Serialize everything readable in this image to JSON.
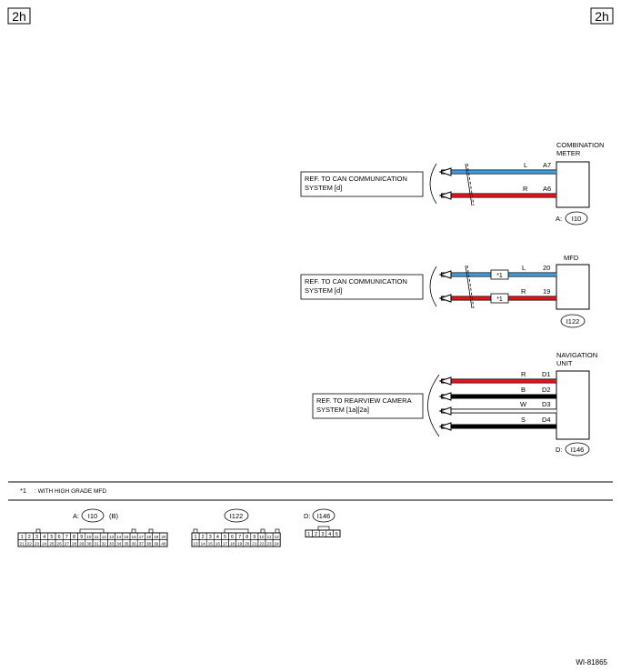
{
  "page": {
    "corner_left": "2h",
    "corner_right": "2h",
    "figure_id": "WI-81865"
  },
  "colors": {
    "red": "#e8141b",
    "blue": "#3aa0e6",
    "black": "#000000"
  },
  "blocks": [
    {
      "component_name": [
        "COMBINATION",
        "METER"
      ],
      "ref_text": [
        "REF. TO CAN COMMUNICATION",
        "SYSTEM [d]"
      ],
      "connector_prefix": "A:",
      "connector_id": "I10",
      "wires": [
        {
          "color_code": "L",
          "pin": "A7",
          "color": "blue",
          "note": ""
        },
        {
          "color_code": "R",
          "pin": "A6",
          "color": "red",
          "note": ""
        }
      ]
    },
    {
      "component_name": [
        "MFD"
      ],
      "ref_text": [
        "REF. TO CAN COMMUNICATION",
        "SYSTEM [d]"
      ],
      "connector_prefix": "",
      "connector_id": "I122",
      "wires": [
        {
          "color_code": "L",
          "pin": "20",
          "color": "blue",
          "note": "*1"
        },
        {
          "color_code": "R",
          "pin": "19",
          "color": "red",
          "note": "*1"
        }
      ]
    },
    {
      "component_name": [
        "NAVIGATION",
        "UNIT"
      ],
      "ref_text": [
        "REF. TO REARVIEW CAMERA",
        "SYSTEM [1a][2a]"
      ],
      "connector_prefix": "D:",
      "connector_id": "I146",
      "wires": [
        {
          "color_code": "R",
          "pin": "D1",
          "color": "red",
          "note": ""
        },
        {
          "color_code": "B",
          "pin": "D2",
          "color": "black",
          "note": ""
        },
        {
          "color_code": "W",
          "pin": "D3",
          "color": "white",
          "note": ""
        },
        {
          "color_code": "S",
          "pin": "D4",
          "color": "black",
          "note": ""
        }
      ]
    }
  ],
  "footnote": {
    "mark": "*1",
    "text": ": WITH HIGH GRADE MFD"
  },
  "connectors": [
    {
      "prefix": "A:",
      "id": "I10",
      "suffix": "(B)",
      "rows": [
        [
          "1",
          "2",
          "3",
          "4",
          "5",
          "6",
          "7",
          "8",
          "9",
          "10",
          "11",
          "12",
          "13",
          "14",
          "15",
          "16",
          "17",
          "18",
          "19",
          "20"
        ],
        [
          "21",
          "22",
          "23",
          "24",
          "25",
          "26",
          "27",
          "28",
          "29",
          "30",
          "31",
          "32",
          "33",
          "34",
          "35",
          "36",
          "37",
          "38",
          "39",
          "40"
        ]
      ]
    },
    {
      "prefix": "",
      "id": "I122",
      "suffix": "",
      "rows": [
        [
          "1",
          "2",
          "3",
          "4",
          "5",
          "6",
          "7",
          "8",
          "9",
          "10",
          "11",
          "12"
        ],
        [
          "13",
          "14",
          "15",
          "16",
          "17",
          "18",
          "19",
          "20",
          "21",
          "22",
          "23",
          "24"
        ]
      ]
    },
    {
      "prefix": "D:",
      "id": "I146",
      "suffix": "",
      "rows": [
        [
          "1",
          "2",
          "3",
          "4",
          "5"
        ]
      ]
    }
  ]
}
